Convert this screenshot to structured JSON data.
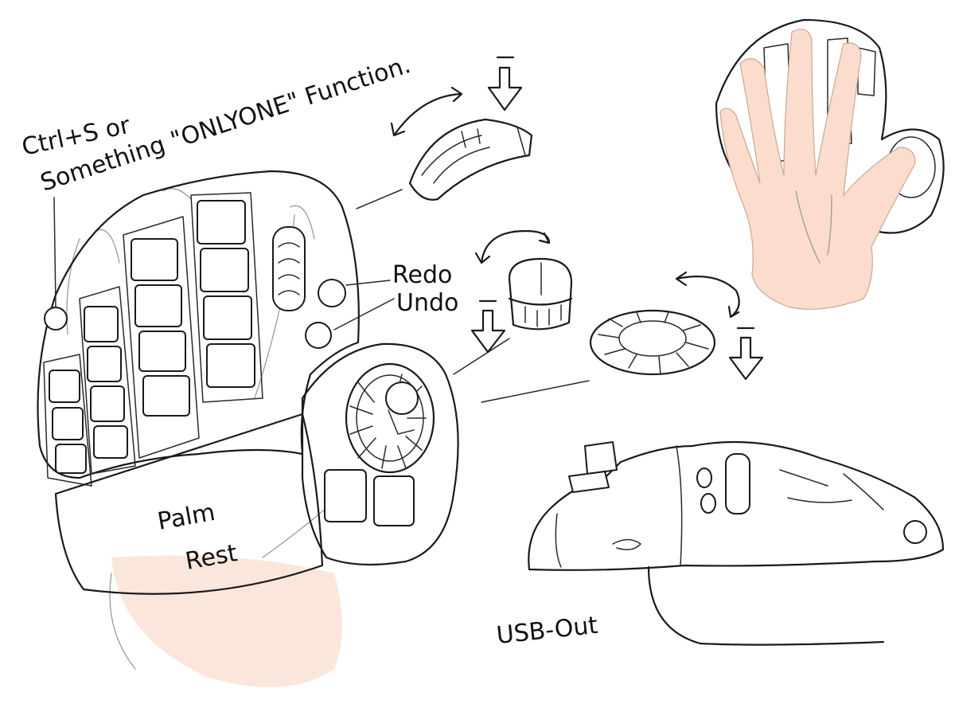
{
  "labels": {
    "ctrl_s_line1": "Ctrl+S or",
    "ctrl_s_line2": "Something \"ONLYONE\" Function.",
    "redo": "Redo",
    "undo": "Undo",
    "palm_rest_line1": "Palm",
    "palm_rest_line2": "Rest",
    "usb_out": "USB-Out"
  },
  "colors": {
    "ink": "#1a1a1a",
    "skin": "#fbe6dc",
    "pencil": "#9a9a9a"
  }
}
